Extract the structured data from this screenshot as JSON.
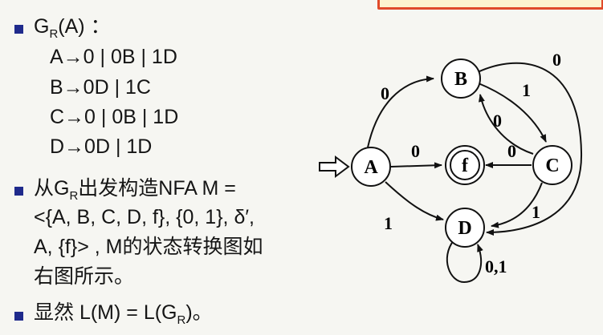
{
  "grammar": {
    "title_main": "G",
    "title_sub": "R",
    "title_tail": "(A) ：",
    "rules": [
      "A→0 | 0B | 1D",
      "B→0D | 1C",
      "C→0 | 0B | 1D",
      "D→0D | 1D"
    ]
  },
  "construction": {
    "line1_pre": "从G",
    "line1_sub": "R",
    "line1_post": "出发构造NFA M =",
    "line2": "<{A, B, C, D, f}, {0, 1}, δ′,",
    "line3": "A, {f}> , M的状态转换图如",
    "line4": "右图所示。"
  },
  "conclusion": {
    "pre": "显然 L(M) = L(G",
    "sub": "R",
    "post": ")。"
  },
  "diagram": {
    "states": [
      "A",
      "B",
      "C",
      "D",
      "f"
    ],
    "start_state": "A",
    "final_state": "f",
    "edge_labels": {
      "a_to_b": "0",
      "a_to_f": "0",
      "a_to_d": "1",
      "b_to_c": "1",
      "c_to_b": "0",
      "c_to_f": "0",
      "c_to_d": "1",
      "b_to_d": "0",
      "d_loop": "0,1"
    }
  }
}
